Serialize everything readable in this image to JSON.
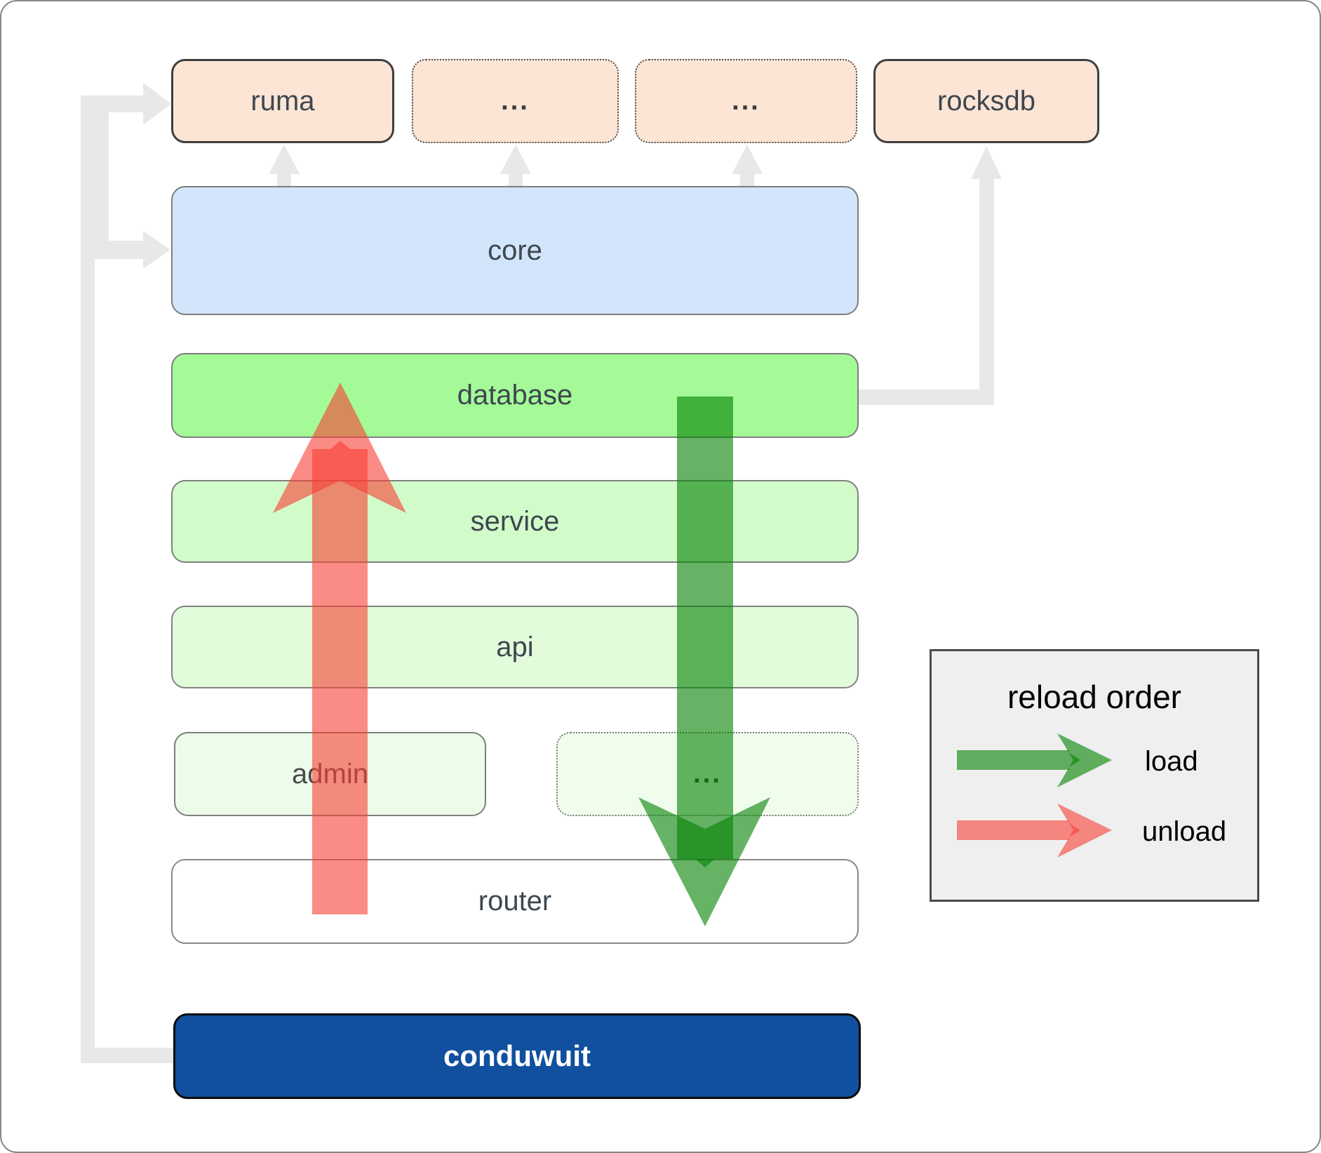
{
  "boxes": {
    "ruma": {
      "label": "ruma"
    },
    "ellipsis_top_1": {
      "label": "..."
    },
    "ellipsis_top_2": {
      "label": "..."
    },
    "rocksdb": {
      "label": "rocksdb"
    },
    "core": {
      "label": "core"
    },
    "database": {
      "label": "database"
    },
    "service": {
      "label": "service"
    },
    "api": {
      "label": "api"
    },
    "admin": {
      "label": "admin"
    },
    "ellipsis_admin": {
      "label": "..."
    },
    "router": {
      "label": "router"
    },
    "conduwuit": {
      "label": "conduwuit"
    }
  },
  "legend": {
    "title": "reload order",
    "items": [
      {
        "label": "load",
        "color_key": "load_arrow"
      },
      {
        "label": "unload",
        "color_key": "unload_arrow"
      }
    ]
  },
  "colors": {
    "load_arrow": "rgba(0,128,0,0.6)",
    "unload_arrow": "rgba(248,62,52,0.6)",
    "connector": "#e8e8e8",
    "peach_fill": "#fce5d5",
    "core_fill": "#d3e5fa",
    "database_fill": "#a4fa97",
    "service_fill": "#d2fbca",
    "api_fill": "#e2fcdb",
    "admin_fill": "#ecfce8",
    "admin_dots_fill": "#f0fdec",
    "router_fill": "#ffffff",
    "conduwuit_fill": "#11509e",
    "legend_fill": "#efefef"
  }
}
